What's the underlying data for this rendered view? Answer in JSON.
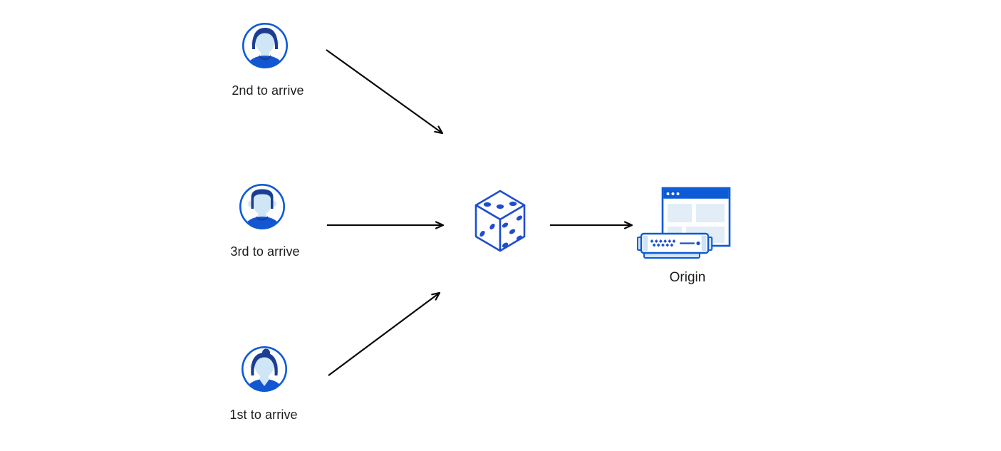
{
  "diagram": {
    "visitors": [
      {
        "id": "second",
        "label": "2nd to arrive",
        "icon": "man-avatar-swept-hair"
      },
      {
        "id": "third",
        "label": "3rd to arrive",
        "icon": "man-avatar-flat-top"
      },
      {
        "id": "first",
        "label": "1st to arrive",
        "icon": "woman-avatar-bun"
      }
    ],
    "randomizer": {
      "icon": "dice"
    },
    "origin": {
      "label": "Origin",
      "icon": "browser-window-and-server"
    },
    "edges": [
      {
        "from": "second",
        "to": "dice"
      },
      {
        "from": "third",
        "to": "dice"
      },
      {
        "from": "first",
        "to": "dice"
      },
      {
        "from": "dice",
        "to": "origin"
      }
    ]
  },
  "colors": {
    "primary_blue": "#0d5ad6",
    "dice_blue": "#1e4ed0",
    "dark_navy": "#1c3d92",
    "face_light_blue": "#cfe6f7",
    "pale_block_blue": "#e2edf8",
    "server_cap_blue": "#cfe3f6",
    "shirt_blue": "#1356d2",
    "arrow_black": "#0a0a0a",
    "text": "#1d1d1f",
    "background": "#ffffff"
  }
}
